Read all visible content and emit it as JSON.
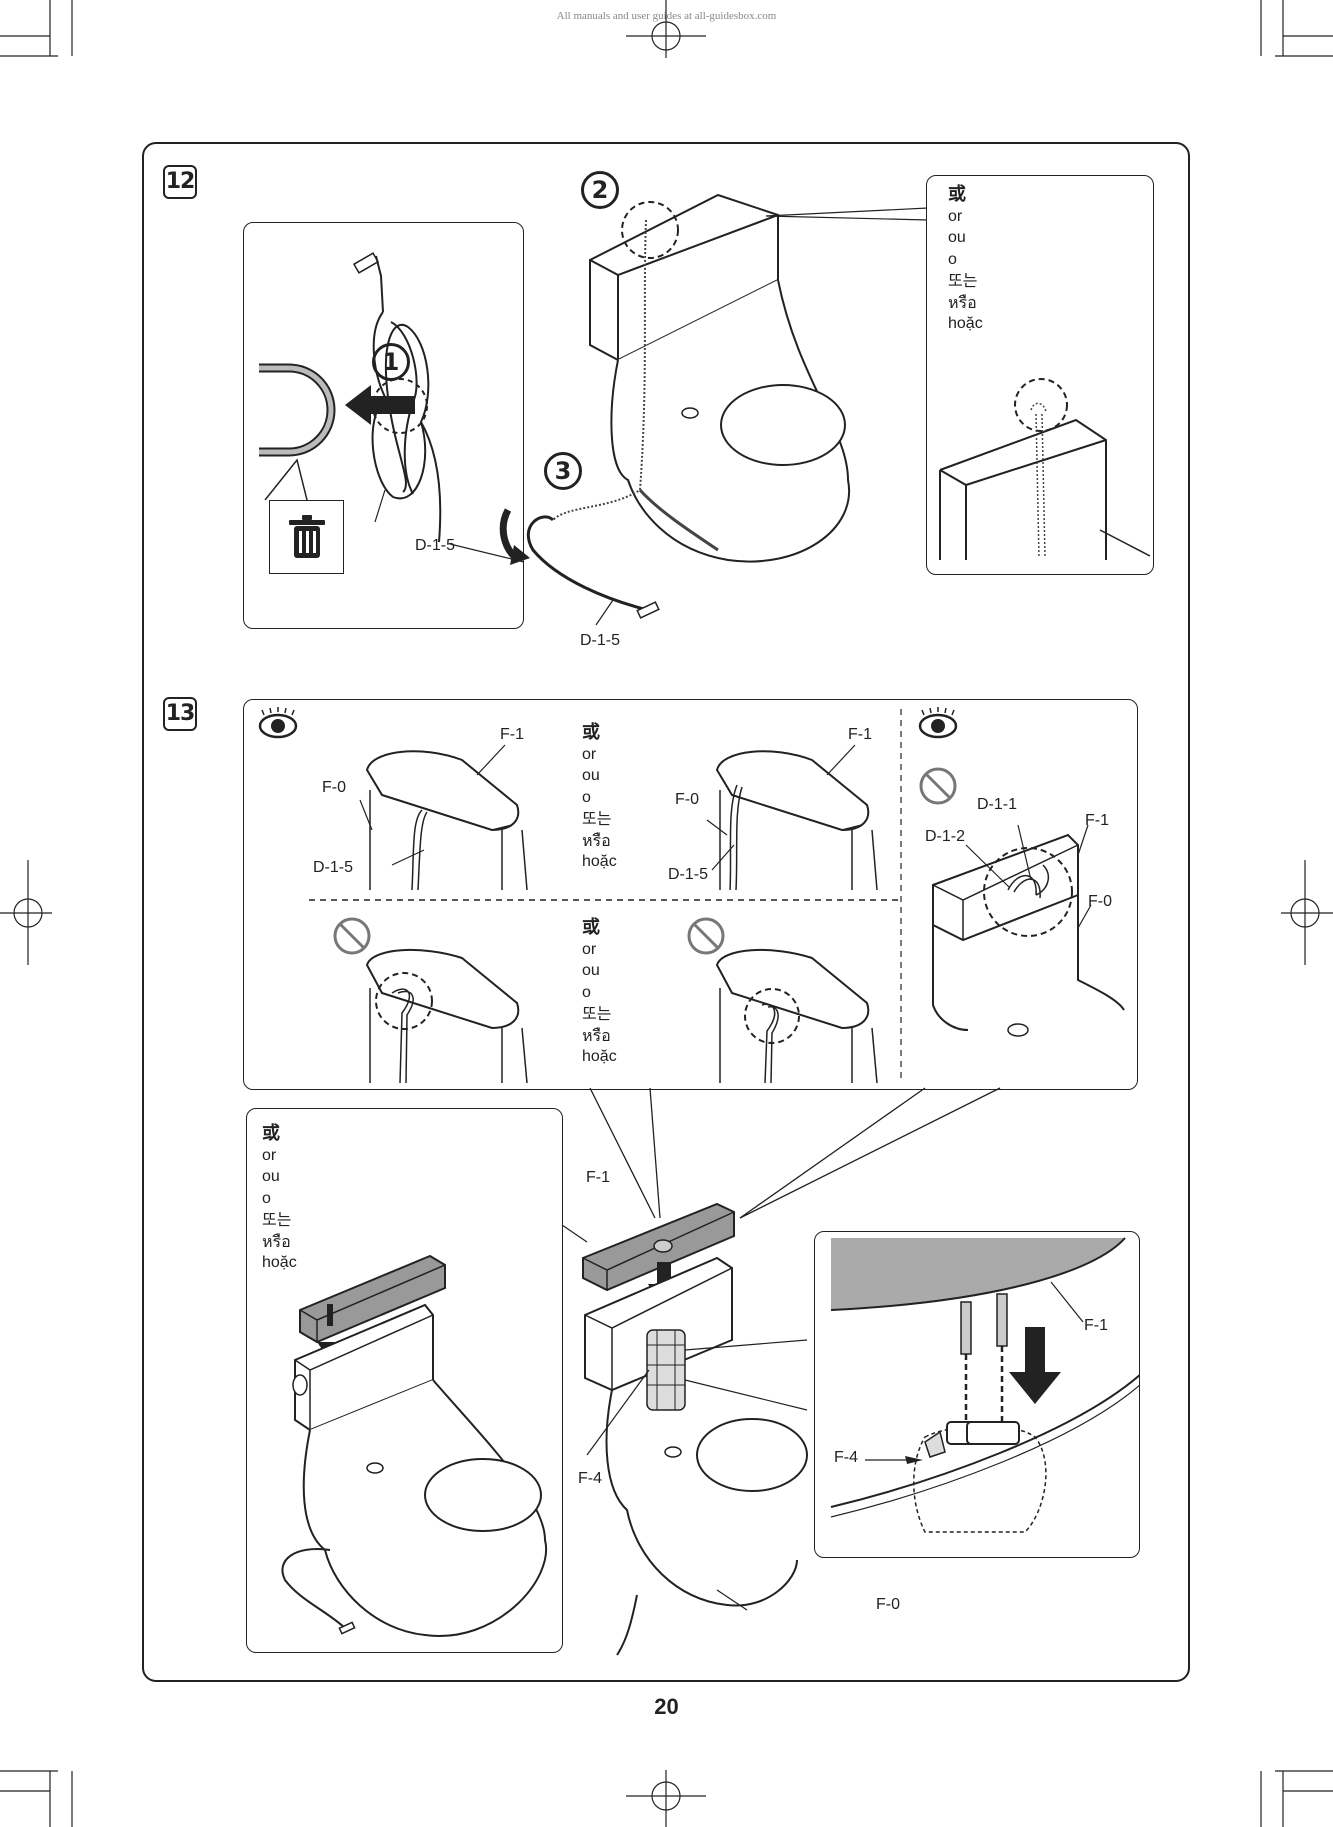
{
  "header": {
    "note": "All manuals and user guides at all-guidesbox.com"
  },
  "page_number": "20",
  "step12": {
    "badge": "12",
    "sub_steps": [
      "1",
      "2",
      "3"
    ],
    "labels": {
      "cord_bundle": "D-1-5",
      "cord_end": "D-1-5"
    },
    "alternatives": [
      "或",
      "or",
      "ou",
      "o",
      "또는",
      "หรือ",
      "hoặc"
    ],
    "icons": [
      "trash-icon",
      "arrow-left-icon",
      "rotate-arrow-icon"
    ]
  },
  "step13": {
    "badge": "13",
    "top_left_view": {
      "f1": "F-1",
      "f0": "F-0",
      "d15": "D-1-5"
    },
    "top_right_view": {
      "f1": "F-1",
      "f0": "F-0",
      "d15": "D-1-5"
    },
    "alternatives_top": [
      "或",
      "or",
      "ou",
      "o",
      "또는",
      "หรือ",
      "hoặc"
    ],
    "alternatives_mid": [
      "或",
      "or",
      "ou",
      "o",
      "또는",
      "หรือ",
      "hoặc"
    ],
    "side_view": {
      "d11": "D-1-1",
      "d12": "D-1-2",
      "f1": "F-1",
      "f0": "F-0"
    },
    "alternatives_bottom": [
      "或",
      "or",
      "ou",
      "o",
      "또는",
      "หรือ",
      "hoặc"
    ],
    "main_view": {
      "f1": "F-1",
      "f4": "F-4",
      "f0": "F-0"
    },
    "detail_view": {
      "f1": "F-1",
      "f4": "F-4"
    }
  }
}
